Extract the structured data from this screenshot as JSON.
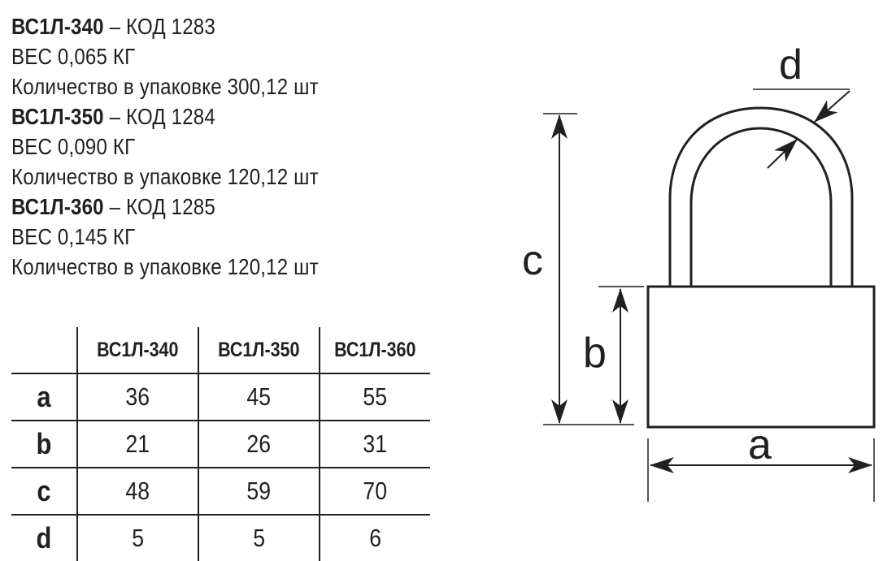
{
  "models": [
    {
      "name": "ВС1Л-340",
      "code": " – КОД 1283",
      "weight": "ВЕС 0,065 КГ",
      "pack": "Количество в упаковке 300,12 шт"
    },
    {
      "name": "ВС1Л-350",
      "code": " – КОД 1284",
      "weight": "ВЕС 0,090 КГ",
      "pack": "Количество в упаковке 120,12 шт"
    },
    {
      "name": "ВС1Л-360",
      "code": " – КОД 1285",
      "weight": "ВЕС 0,145 КГ",
      "pack": "Количество в упаковке 120,12 шт"
    }
  ],
  "table": {
    "headers": [
      "ВС1Л-340",
      "ВС1Л-350",
      "ВС1Л-360"
    ],
    "rows": [
      {
        "label": "a",
        "values": [
          "36",
          "45",
          "55"
        ]
      },
      {
        "label": "b",
        "values": [
          "21",
          "26",
          "31"
        ]
      },
      {
        "label": "c",
        "values": [
          "48",
          "59",
          "70"
        ]
      },
      {
        "label": "d",
        "values": [
          "5",
          "5",
          "6"
        ]
      }
    ]
  },
  "diagram": {
    "labels": {
      "a": "a",
      "b": "b",
      "c": "c",
      "d": "d"
    }
  },
  "colors": {
    "ink": "#231f20",
    "background": "#ffffff"
  }
}
